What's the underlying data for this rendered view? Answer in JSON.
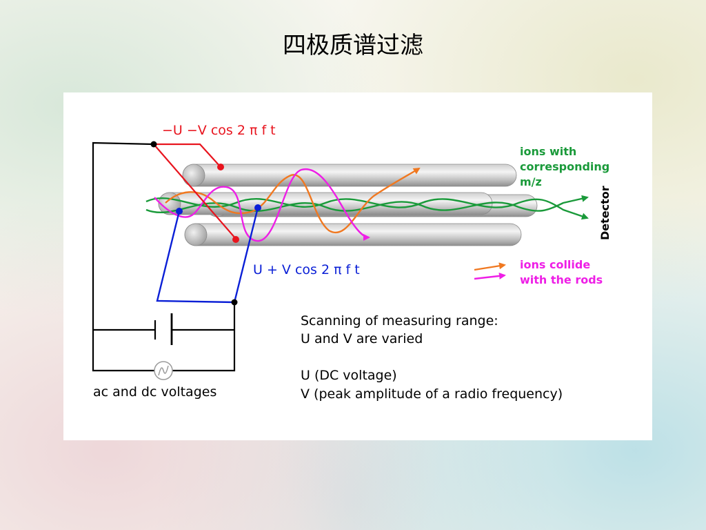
{
  "slide": {
    "title": "四极质谱过滤"
  },
  "diagram": {
    "rf_negative_label": "−U −V cos 2 π f t",
    "rf_positive_label": "U + V cos 2 π f t",
    "ions_pass_label": [
      "ions with",
      "corresponding",
      "m/z"
    ],
    "detector_label": "Detector",
    "ions_collide_label": [
      "ions collide",
      "with the rods"
    ],
    "supply_label": "ac and dc voltages",
    "description_lines": [
      "Scanning of measuring range:",
      "U and V are varied",
      "",
      "U (DC voltage)",
      "V (peak amplitude of a radio frequency)"
    ]
  },
  "colors": {
    "red_wire": "#e8141e",
    "blue_wire": "#0a1fd6",
    "green_ion": "#1a9a3a",
    "orange_ion": "#f07820",
    "magenta_ion": "#ee1ee6",
    "rod_light": "#f2f2f2",
    "rod_dark": "#a9a9a9"
  }
}
